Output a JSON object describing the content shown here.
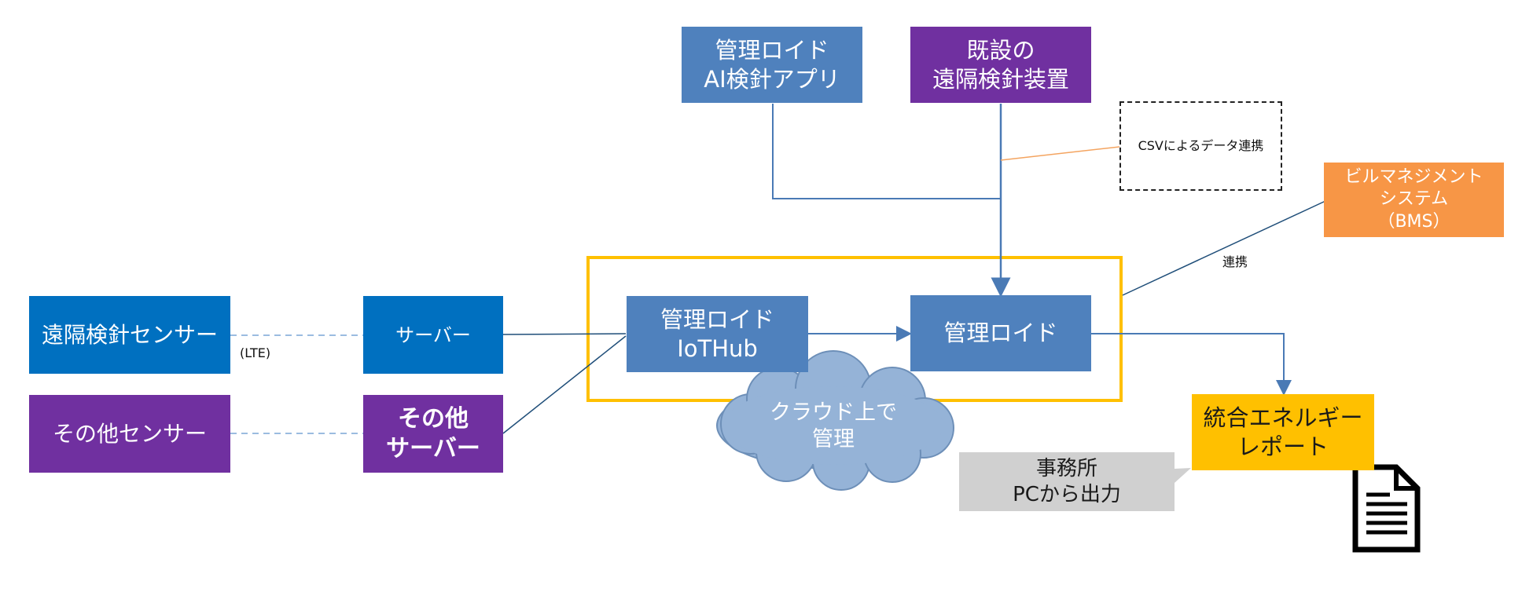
{
  "nodes": {
    "remote_sensor": "遠隔検針センサー",
    "server": "サーバー",
    "other_sensor": "その他センサー",
    "other_server": "その他\nサーバー",
    "iothub": "管理ロイド\nIoTHub",
    "kanri_lloyd": "管理ロイド",
    "ai_app": "管理ロイド\nAI検針アプリ",
    "existing_device": "既設の\n遠隔検針装置",
    "csv_link": "CSVによるデータ連携",
    "bms": "ビルマネジメント\nシステム\n（BMS）",
    "report": "統合エネルギー\nレポート",
    "office_output": "事務所\nPCから出力",
    "cloud": "クラウド上で\n管理"
  },
  "labels": {
    "lte": "(LTE)",
    "renkei": "連携"
  },
  "icons": {
    "document": "document-icon"
  },
  "colors": {
    "blue_dark": "#0070c0",
    "blue_mid": "#4f81bd",
    "purple": "#7030a0",
    "orange": "#f79646",
    "gold": "#ffc000",
    "cloud_boundary": "#ffc000",
    "cloud_fill": "#95b3d7",
    "callout_gray": "#d0d0d0",
    "csv_connector": "#f4a460"
  }
}
